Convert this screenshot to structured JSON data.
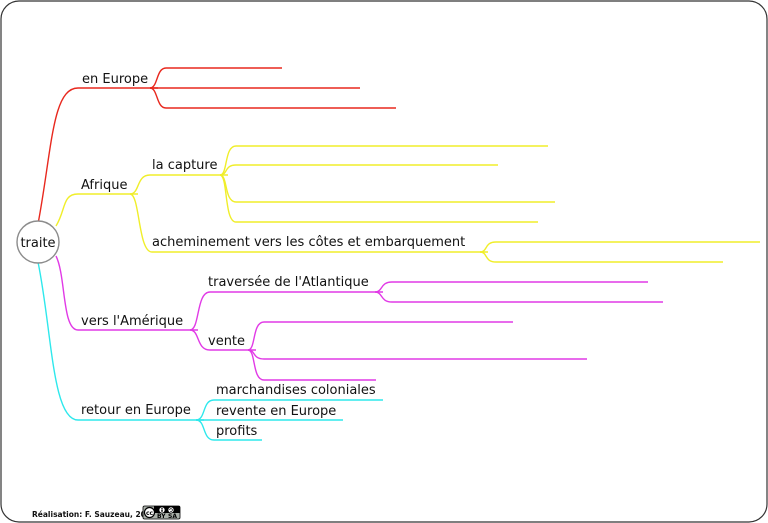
{
  "colors": {
    "red": "#e8281e",
    "yellow": "#f0ee2a",
    "magenta": "#e13ae6",
    "cyan": "#2ee8ec",
    "root_stroke": "#8c8c8c",
    "frame_stroke": "#333333"
  },
  "root": {
    "label": "traite"
  },
  "branches": {
    "europe": {
      "label": "en Europe"
    },
    "afrique": {
      "label": "Afrique",
      "capture": {
        "label": "la capture"
      },
      "acheminement": {
        "label": "acheminement vers les côtes et embarquement"
      }
    },
    "amerique": {
      "label": "vers l'Amérique",
      "traversee": {
        "label": "traversée de l'Atlantique"
      },
      "vente": {
        "label": "vente"
      }
    },
    "retour": {
      "label": "retour en Europe",
      "children": [
        {
          "label": "marchandises coloniales"
        },
        {
          "label": "revente en Europe"
        },
        {
          "label": "profits"
        }
      ]
    }
  },
  "footer": {
    "credit": "Réalisation: F. Sauzeau, 2016",
    "license_icon": "cc-by-sa-icon"
  }
}
